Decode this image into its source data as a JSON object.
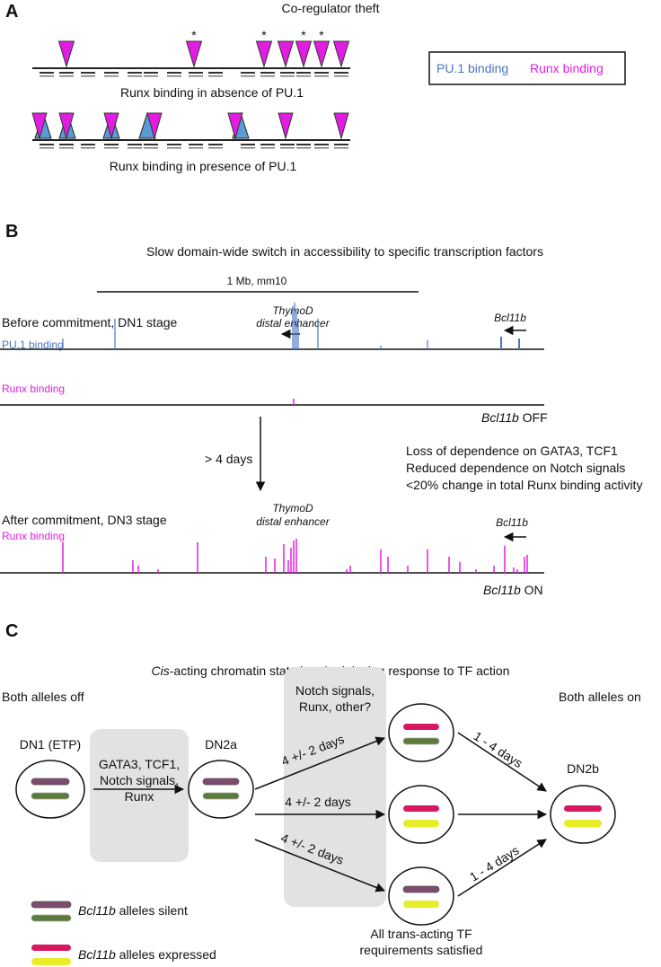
{
  "colors": {
    "pu1": "#4a74c4",
    "runx": "#e21de2",
    "pu1_fill": "#5b9bd5",
    "silent_pink": "#7d4b6d",
    "silent_green": "#5c7a3a",
    "expr_pink": "#d5185f",
    "expr_yellow": "#e6ee2a",
    "grey_box": "#e2e2e2"
  },
  "panelA": {
    "letter": "A",
    "title": "Co-regulator theft",
    "row1_caption": "Runx binding in absence of PU.1",
    "row2_caption": "Runx binding in presence of PU.1",
    "asterisk": "*",
    "legend_pu1": "PU.1 binding",
    "legend_runx": "Runx binding"
  },
  "panelB": {
    "letter": "B",
    "title": "Slow  domain-wide switch in accessibility to specific transcription factors",
    "scale": "1 Mb, mm10",
    "before_label": "Before commitment, DN1 stage",
    "enhancer_1": "ThymoD",
    "enhancer_2": "distal enhancer",
    "gene": "Bcl11b",
    "pu1_track": "PU.1 binding",
    "runx_track": "Runx binding",
    "off_gene": "Bcl11b",
    "off_state": "OFF",
    "time": "> 4 days",
    "notes": [
      "Loss of dependence on GATA3, TCF1",
      "Reduced dependence on Notch signals",
      "<20% change in total Runx binding activity"
    ],
    "after_label": "After commitment,  DN3 stage",
    "on_gene": "Bcl11b",
    "on_state": "ON"
  },
  "panelC": {
    "letter": "C",
    "title_italic": "Cis",
    "title_rest": "-acting chromatin state inertia delaying response to TF action",
    "both_off": "Both alleles off",
    "both_on": "Both alleles on",
    "dn1": "DN1 (ETP)",
    "dn2a": "DN2a",
    "dn2b": "DN2b",
    "box1": [
      "GATA3, TCF1,",
      "Notch signals,",
      "Runx"
    ],
    "box2": [
      "Notch signals,",
      "Runx, other?"
    ],
    "arrow_mid": [
      "4 +/- 2 days",
      "4 +/- 2 days",
      "4 +/- 2 days"
    ],
    "arrow_right": [
      "1 - 4 days",
      "1 - 4 days"
    ],
    "all_trans": [
      "All trans-acting TF",
      "requirements satisfied"
    ],
    "legend_silent_gene": "Bcl11b",
    "legend_silent_text": " alleles silent",
    "legend_expr_gene": "Bcl11b",
    "legend_expr_text": " alleles expressed"
  }
}
